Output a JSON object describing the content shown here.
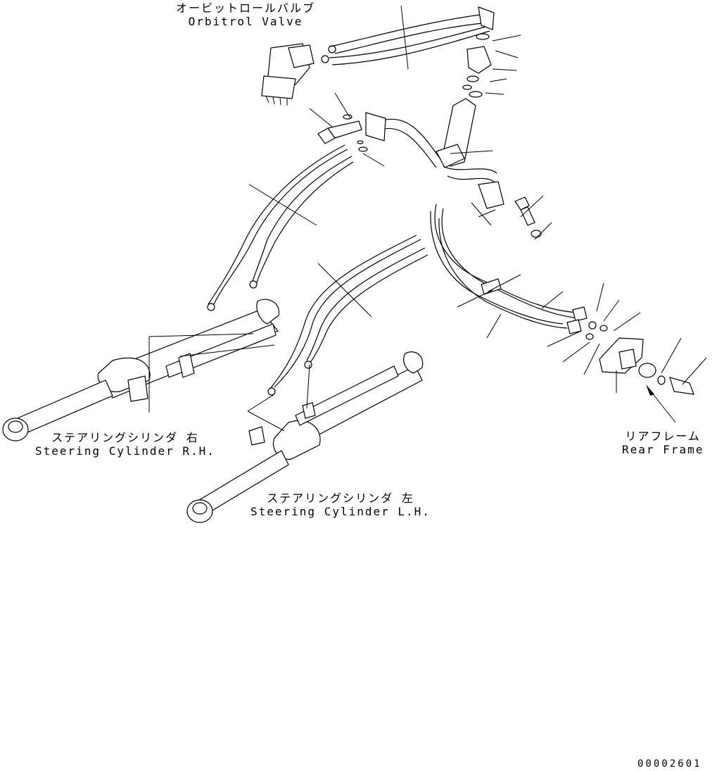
{
  "labels": {
    "orbitrol_valve": {
      "ja": "オービットロールバルブ",
      "en": "Orbitrol Valve"
    },
    "steering_cylinder_rh": {
      "ja": "ステアリングシリンダ 右",
      "en": "Steering Cylinder R.H."
    },
    "steering_cylinder_lh": {
      "ja": "ステアリングシリンダ 左",
      "en": "Steering Cylinder L.H."
    },
    "rear_frame": {
      "ja": "リアフレーム",
      "en": "Rear Frame"
    }
  },
  "drawing_number": "00002601",
  "colors": {
    "line": "#000000",
    "background": "#ffffff"
  }
}
